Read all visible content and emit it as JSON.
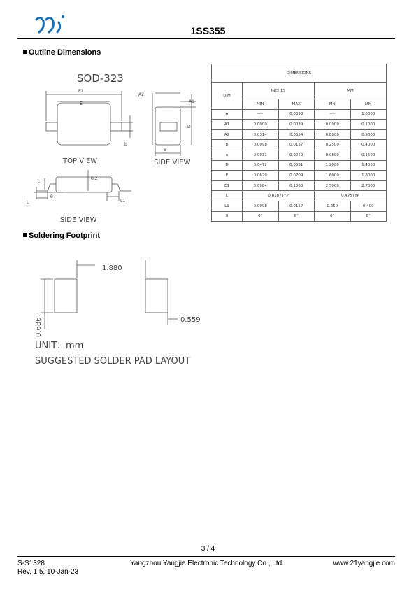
{
  "header": {
    "part_number": "1SS355"
  },
  "sections": {
    "outline": "Outline Dimensions",
    "footprint": "Soldering Footprint"
  },
  "outline_drawing": {
    "package": "SOD-323",
    "top_view": "TOP VIEW",
    "side_view_right": "SIDE VIEW",
    "side_view_bottom": "SIDE VIEW",
    "labels": {
      "E1": "E1",
      "E": "E",
      "b": "b",
      "A2": "A2",
      "A1": "A1",
      "D": "D",
      "A": "A",
      "c": "c",
      "L": "L",
      "L1": "L1",
      "theta": "θ",
      "R": "0.2"
    }
  },
  "dimensions_table": {
    "title": "DIMENSIONS",
    "dim_header": "DIM",
    "inches_header": "INCHES",
    "mm_header": "MM",
    "min": "MIN",
    "max": "MAX",
    "min_mm": "MN",
    "max_mm": "MM",
    "rows": [
      {
        "dim": "A",
        "in_min": "----",
        "in_max": "0.0393",
        "mm_min": "----",
        "mm_max": "1.0000"
      },
      {
        "dim": "A1",
        "in_min": "0.0000",
        "in_max": "0.0039",
        "mm_min": "0.0000",
        "mm_max": "0.1000"
      },
      {
        "dim": "A2",
        "in_min": "0.0314",
        "in_max": "0.0354",
        "mm_min": "0.8000",
        "mm_max": "0.9000"
      },
      {
        "dim": "b",
        "in_min": "0.0098",
        "in_max": "0.0157",
        "mm_min": "0.2500",
        "mm_max": "0.4000"
      },
      {
        "dim": "c",
        "in_min": "0.0031",
        "in_max": "0.0059",
        "mm_min": "0.0800",
        "mm_max": "0.1500"
      },
      {
        "dim": "D",
        "in_min": "0.0472",
        "in_max": "0.0551",
        "mm_min": "1.2000",
        "mm_max": "1.4000"
      },
      {
        "dim": "E",
        "in_min": "0.0629",
        "in_max": "0.0709",
        "mm_min": "1.6000",
        "mm_max": "1.8000"
      },
      {
        "dim": "E1",
        "in_min": "0.0984",
        "in_max": "0.1063",
        "mm_min": "2.5000",
        "mm_max": "2.7000"
      },
      {
        "dim": "L",
        "in_typ": "0.0187TYP",
        "mm_typ": "0.475TYP"
      },
      {
        "dim": "L1",
        "in_min": "0.0098",
        "in_max": "0.0157",
        "mm_min": "0.250",
        "mm_max": "0.400"
      },
      {
        "dim": "θ",
        "in_min": "0°",
        "in_max": "8°",
        "mm_min": "0°",
        "mm_max": "8°"
      }
    ]
  },
  "footprint": {
    "pitch": "1.880",
    "pad_height": "0.686",
    "pad_width": "0.559",
    "unit": "UNIT：mm",
    "caption": "SUGGESTED SOLDER PAD LAYOUT"
  },
  "footer": {
    "page": "3 / 4",
    "doc_number": "S-S1328",
    "revision": "Rev. 1.5, 10-Jan-23",
    "company": "Yangzhou Yangjie Electronic Technology Co., Ltd.",
    "website": "www.21yangjie.com"
  }
}
